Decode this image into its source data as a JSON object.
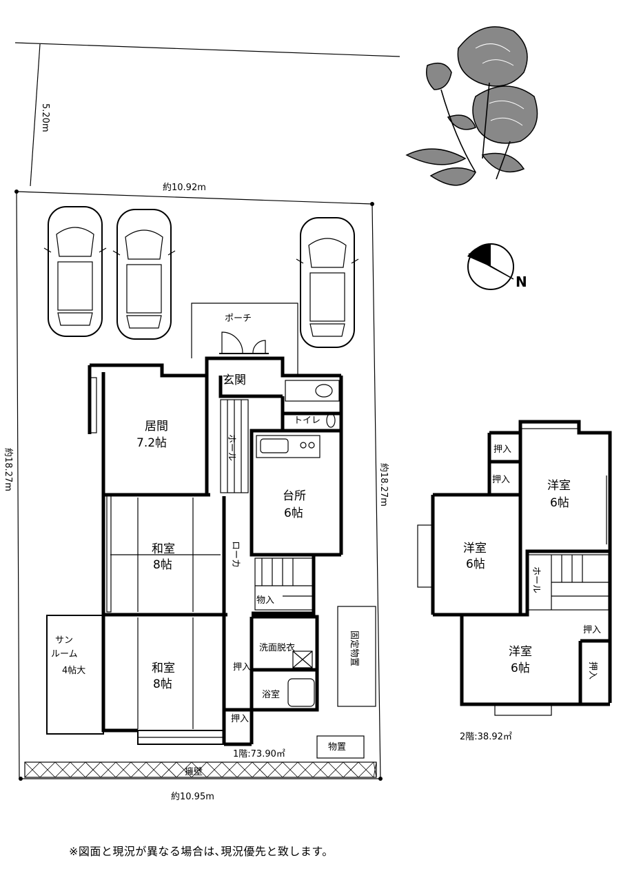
{
  "site": {
    "road_width": "5.20m",
    "top_width": "約10.92m",
    "bottom_width": "約10.95m",
    "left_depth": "約18.27m",
    "right_depth": "約18.27m",
    "retaining_wall": "擁壁",
    "north": "N"
  },
  "floor1": {
    "area": "1階:73.90㎡",
    "porch": "ポーチ",
    "entrance": "玄関",
    "toilet": "トイレ",
    "living": {
      "name": "居間",
      "size": "7.2帖"
    },
    "hall": "ホール",
    "kitchen": {
      "name": "台所",
      "size": "6帖"
    },
    "washitsu_a": {
      "name": "和室",
      "size": "8帖"
    },
    "washitsu_b": {
      "name": "和室",
      "size": "8帖"
    },
    "corridor": "ローカ",
    "storage_under": "物入",
    "washroom": "洗面脱衣",
    "bath": "浴室",
    "oshiire_1": "押入",
    "oshiire_2": "押入",
    "sunroom": {
      "line1": "サン",
      "line2": "ルーム",
      "line3": "4帖大"
    },
    "fixed_shed": "固定物置",
    "shed": "物置"
  },
  "floor2": {
    "area": "2階:38.92㎡",
    "oshiire_top": "押入",
    "oshiire_mid": "押入",
    "oshiire_r1": "押入",
    "oshiire_r2": "押入",
    "youshitsu_ne": {
      "name": "洋室",
      "size": "6帖"
    },
    "youshitsu_w": {
      "name": "洋室",
      "size": "6帖"
    },
    "youshitsu_s": {
      "name": "洋室",
      "size": "6帖"
    },
    "hall": "ホール"
  },
  "note": "※図面と現況が異なる場合は､現況優先と致します。"
}
